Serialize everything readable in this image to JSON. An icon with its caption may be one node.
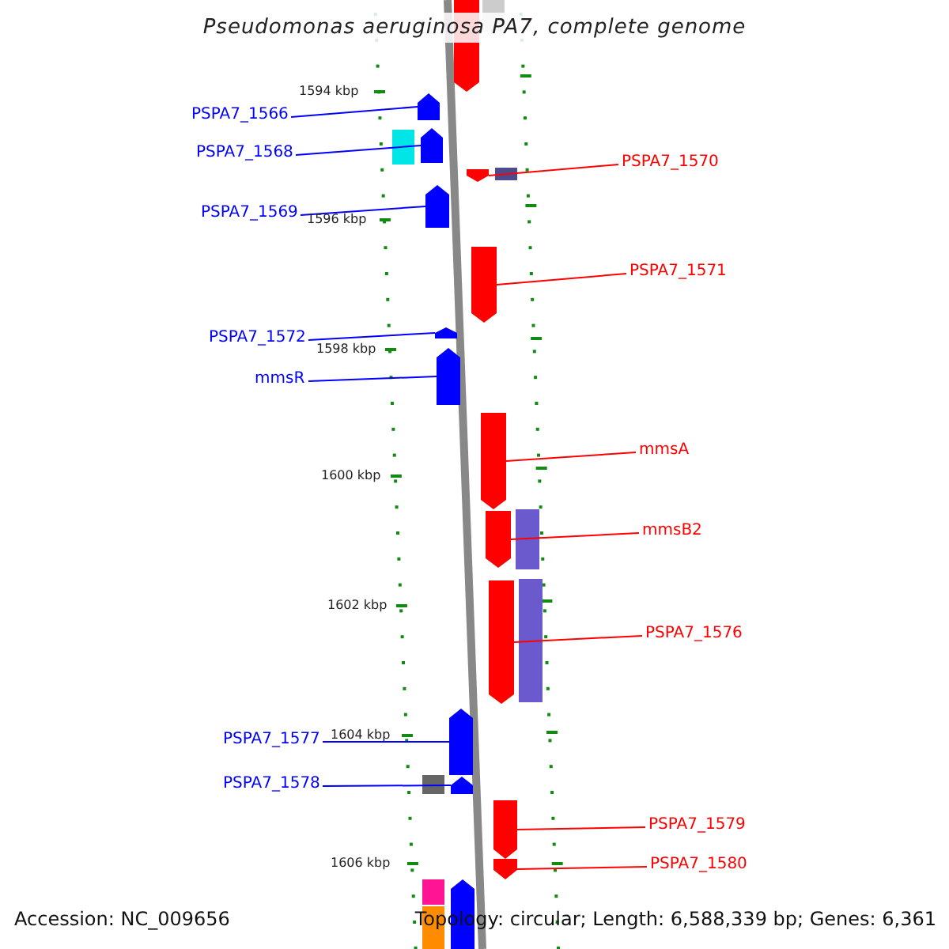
{
  "diagram": {
    "title": "Pseudomonas aeruginosa PA7, complete genome",
    "nodes": [
      {
        "text": [
          "PSPA7_1566"
        ]
      },
      {
        "text": [
          "PSPA7_1568"
        ]
      },
      {
        "text": [
          "PSPA7_1570"
        ]
      },
      {
        "text": [
          "PSPA7_1569"
        ]
      },
      {
        "text": [
          "PSPA7_1571"
        ]
      },
      {
        "text": [
          "PSPA7_1572"
        ]
      },
      {
        "text": [
          "mmsR"
        ]
      },
      {
        "text": [
          "mmsA"
        ]
      },
      {
        "text": [
          "mmsB2"
        ]
      },
      {
        "text": [
          "PSPA7_1576"
        ]
      },
      {
        "text": [
          "PSPA7_1577"
        ]
      },
      {
        "text": [
          "PSPA7_1578"
        ]
      },
      {
        "text": [
          "PSPA7_1579"
        ]
      },
      {
        "text": [
          "PSPA7_1580"
        ]
      },
      {
        "text": [],
        "shape": "arrow"
      },
      {
        "text": [],
        "shape": "arrow"
      },
      {
        "text": [],
        "shape": "arrow"
      },
      {
        "text": [],
        "shape": "arrow"
      },
      {
        "text": [],
        "shape": "arrow"
      },
      {
        "text": [],
        "shape": "arrow"
      },
      {
        "text": [],
        "shape": "arrow"
      },
      {
        "text": [],
        "shape": "arrow"
      },
      {
        "text": [],
        "shape": "arrow"
      },
      {
        "text": [],
        "shape": "arrow"
      },
      {
        "text": [],
        "shape": "arrow"
      },
      {
        "text": [],
        "shape": "arrow"
      },
      {
        "text": [],
        "shape": "arrow"
      },
      {
        "text": [],
        "shape": "arrow"
      }
    ],
    "edges": [
      {
        "from": 0,
        "to": 14,
        "arrow": "none",
        "color": "#0000ff"
      },
      {
        "from": 1,
        "to": 15,
        "arrow": "none",
        "color": "#0000ff"
      },
      {
        "from": 2,
        "to": 16,
        "arrow": "none",
        "color": "#ff0000"
      },
      {
        "from": 3,
        "to": 17,
        "arrow": "none",
        "color": "#0000ff"
      },
      {
        "from": 4,
        "to": 18,
        "arrow": "none",
        "color": "#ff0000"
      },
      {
        "from": 5,
        "to": 19,
        "arrow": "none",
        "color": "#0000ff"
      },
      {
        "from": 6,
        "to": 20,
        "arrow": "none",
        "color": "#0000ff"
      },
      {
        "from": 7,
        "to": 21,
        "arrow": "none",
        "color": "#ff0000"
      },
      {
        "from": 8,
        "to": 22,
        "arrow": "none",
        "color": "#ff0000"
      },
      {
        "from": 9,
        "to": 23,
        "arrow": "none",
        "color": "#ff0000"
      },
      {
        "from": 10,
        "to": 24,
        "arrow": "none",
        "color": "#0000ff"
      },
      {
        "from": 11,
        "to": 25,
        "arrow": "none",
        "color": "#0000ff"
      },
      {
        "from": 12,
        "to": 26,
        "arrow": "none",
        "color": "#ff0000"
      },
      {
        "from": 13,
        "to": 27,
        "arrow": "none",
        "color": "#ff0000"
      }
    ],
    "labels": [
      "1594 kbp",
      "1596 kbp",
      "1598 kbp",
      "1600 kbp",
      "1602 kbp",
      "1604 kbp",
      "1606 kbp",
      "Accession: NC_009656",
      "Topology: circular; Length: 6,588,339 bp; Genes: 6,361"
    ]
  }
}
